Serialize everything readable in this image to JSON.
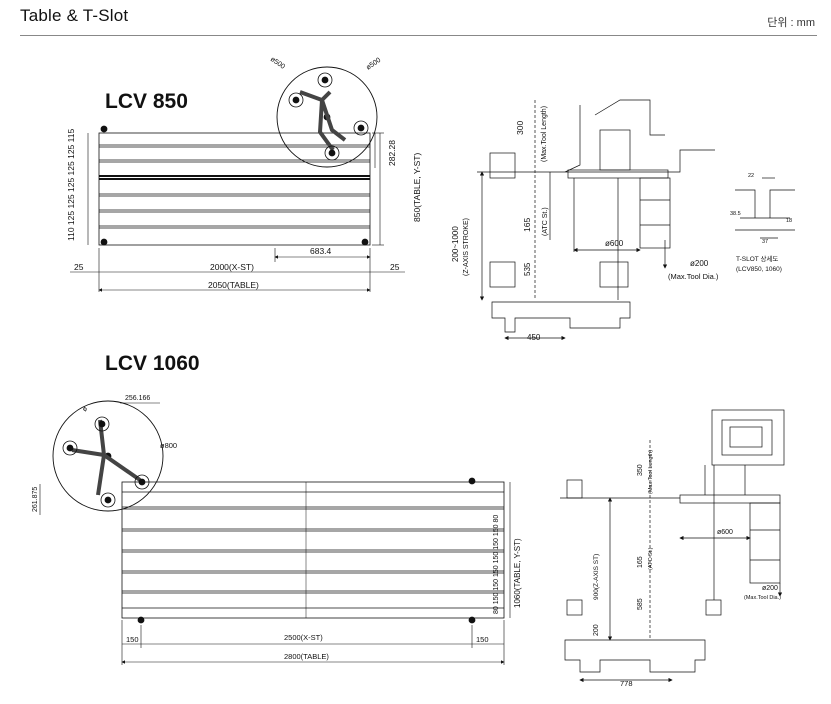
{
  "header": {
    "title": "Table & T-Slot",
    "unit": "단위 : mm"
  },
  "lcv850": {
    "model": "LCV 850",
    "top_view": {
      "slot_pitches": "110 125 125 125 125 125 115",
      "table_width": "850(TABLE, Y-ST)",
      "dim_282": "282.28",
      "dim_683": "683.4",
      "margin_left": "25",
      "margin_right": "25",
      "x_stroke": "2000(X-ST)",
      "table_length": "2050(TABLE)",
      "dia_a": "ø500",
      "dia_b": "ø500"
    },
    "side_view": {
      "tool_length": "300",
      "tool_length_label": "(Max.Tool Length)",
      "z_stroke": "200~1000",
      "z_stroke_label": "(Z-AXIS STROKE)",
      "atc": "165",
      "atc_label": "(ATC St.)",
      "dim_535": "535",
      "dia_600": "ø600",
      "dia_200": "ø200",
      "max_tool_dia": "(Max.Tool Dia.)",
      "dim_450": "450"
    },
    "tslot_detail": {
      "top": "22",
      "left_a": "38.5",
      "left_b": "18",
      "bottom": "37",
      "caption1": "T-SLOT 상세도",
      "caption2": "(LCV850, 1060)"
    }
  },
  "lcv1060": {
    "model": "LCV 1060",
    "top_view": {
      "dim_256": "256.166",
      "dim_261": "261.875",
      "dia_800": "ø800",
      "dia_small": "ø",
      "slot_pitches": "80 150 150 150 150 150 150 80",
      "table_width": "1060(TABLE, Y-ST)",
      "margin_left": "150",
      "margin_right": "150",
      "x_stroke": "2500(X-ST)",
      "table_length": "2800(TABLE)"
    },
    "side_view": {
      "tool_length": "350",
      "tool_length_label": "(Max.Tool Length)",
      "z_stroke": "900(Z-AXIS ST)",
      "atc": "165",
      "atc_label": "(ATC St.)",
      "dim_585": "585",
      "dim_200": "200",
      "dia_600": "ø600",
      "dia_200": "ø200",
      "max_tool_dia": "(Max.Tool Dia.)",
      "dim_778": "778"
    }
  }
}
